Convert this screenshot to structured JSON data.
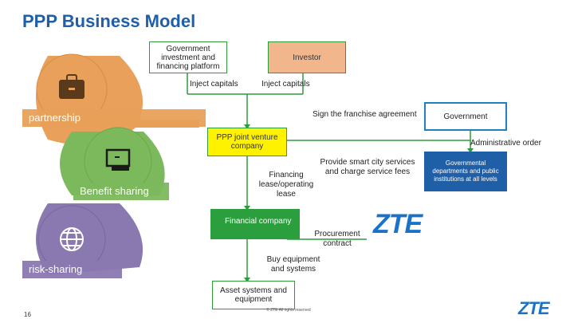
{
  "title": "PPP Business Model",
  "ribbons": {
    "partnership": "partnership",
    "benefit": "Benefit sharing",
    "risk": "risk-sharing"
  },
  "boxes": {
    "gov_platform": "Government investment and financing platform",
    "investor": "Investor",
    "government": "Government",
    "ppp_jv": "PPP joint venture company",
    "gov_departments": "Governmental departments and public institutions at all levels",
    "financial_company": "Financial company",
    "asset_systems": "Asset systems and equipment"
  },
  "labels": {
    "inject1": "Inject capitals",
    "inject2": "Inject capitals",
    "franchise": "Sign the franchise agreement",
    "admin_order": "Administrative order",
    "smart_city": "Provide smart city services and charge service fees",
    "financing": "Financing lease/operating lease",
    "procurement": "Procurement contract",
    "buy_equipment": "Buy equipment and systems"
  },
  "logo_text": "ZTE",
  "footer": {
    "page_number": "16",
    "copyright": "© ZTE All rights reserved"
  },
  "colors": {
    "title": "#1f5fa8",
    "orange": "#e8a05a",
    "green": "#7cb85c",
    "purple": "#8a78b0",
    "box_border_green": "#2e9a3a",
    "investor_fill": "#f2b68d",
    "government_fill": "#ffffff",
    "government_border": "#1f7fbf",
    "ppp_fill": "#fff200",
    "gov_dept_fill": "#1f5fa8",
    "financial_fill": "#2b9e3e",
    "zte_blue": "#1a72c9"
  }
}
